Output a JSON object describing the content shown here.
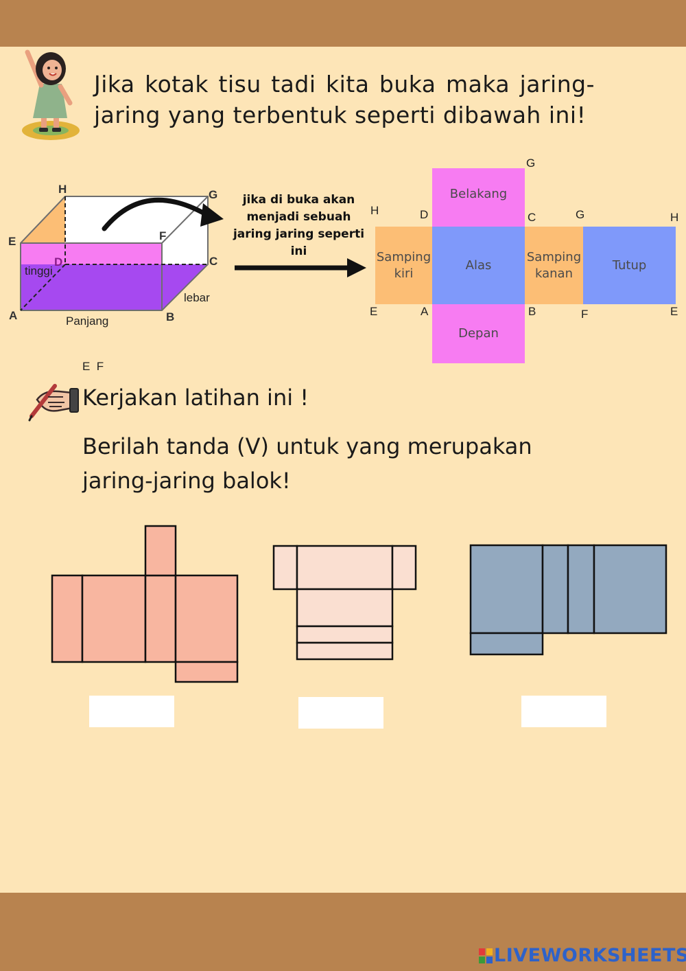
{
  "intro": {
    "text": "Jika kotak tisu tadi kita buka maka jaring-jaring yang terbentuk seperti dibawah ini!"
  },
  "box": {
    "vertices": {
      "H": "H",
      "G": "G",
      "E": "E",
      "F": "F",
      "D": "D",
      "C": "C",
      "A": "A",
      "B": "B"
    },
    "labels": {
      "tinggi": "tinggi",
      "lebar": "lebar",
      "panjang": "Panjang"
    }
  },
  "arrow_text": "jika di buka akan menjadi sebuah jaring jaring seperti ini",
  "net": {
    "faces": {
      "belakang": "Belakang",
      "samping_kiri": "Samping kiri",
      "alas": "Alas",
      "samping_kanan": "Samping kanan",
      "tutup": "Tutup",
      "depan": "Depan"
    },
    "vertices": {
      "G_top": "G",
      "H_left": "H",
      "D": "D",
      "C": "C",
      "G_mid": "G",
      "H_right": "H",
      "E_left": "E",
      "A": "A",
      "B": "B",
      "F": "F",
      "E_right": "E"
    },
    "stray_label": "E  F"
  },
  "task": {
    "title": "Kerjakan latihan ini !",
    "instruction": "Berilah tanda (V) untuk yang merupakan jaring-jaring balok!"
  },
  "answers": [
    {
      "value": ""
    },
    {
      "value": ""
    },
    {
      "value": ""
    }
  ],
  "colors": {
    "band": "#b8834f",
    "background": "#fde5b7",
    "pink": "#f77cf2",
    "orange": "#fcbe75",
    "blue": "#7f99fa",
    "purple": "#a649f0",
    "salmon": "#f8b6a0",
    "light_pink": "#fadfd1",
    "slate": "#93a9bf"
  },
  "icons": {
    "girl": "waving-girl-icon",
    "writing_hand": "writing-hand-icon"
  },
  "footer": {
    "brand": "LIVEWORKSHEETS"
  }
}
